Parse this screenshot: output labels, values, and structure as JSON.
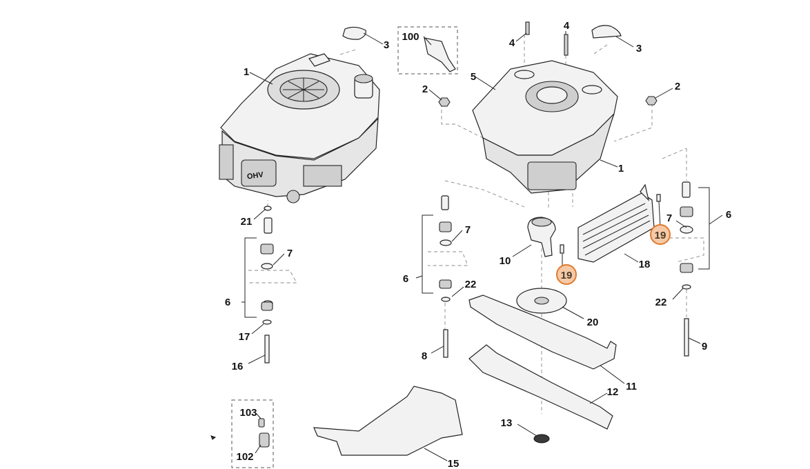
{
  "diagram": {
    "callouts": [
      {
        "id": "c1a",
        "text": "1"
      },
      {
        "id": "c1b",
        "text": "1"
      },
      {
        "id": "c2a",
        "text": "2"
      },
      {
        "id": "c2b",
        "text": "2"
      },
      {
        "id": "c3a",
        "text": "3"
      },
      {
        "id": "c3b",
        "text": "3"
      },
      {
        "id": "c4a",
        "text": "4"
      },
      {
        "id": "c4b",
        "text": "4"
      },
      {
        "id": "c5",
        "text": "5"
      },
      {
        "id": "c6a",
        "text": "6"
      },
      {
        "id": "c6b",
        "text": "6"
      },
      {
        "id": "c6c",
        "text": "6"
      },
      {
        "id": "c7a",
        "text": "7"
      },
      {
        "id": "c7b",
        "text": "7"
      },
      {
        "id": "c7c",
        "text": "7"
      },
      {
        "id": "c8",
        "text": "8"
      },
      {
        "id": "c9",
        "text": "9"
      },
      {
        "id": "c10",
        "text": "10"
      },
      {
        "id": "c11",
        "text": "11"
      },
      {
        "id": "c12",
        "text": "12"
      },
      {
        "id": "c13",
        "text": "13"
      },
      {
        "id": "c15",
        "text": "15"
      },
      {
        "id": "c16",
        "text": "16"
      },
      {
        "id": "c17",
        "text": "17"
      },
      {
        "id": "c18",
        "text": "18"
      },
      {
        "id": "c20",
        "text": "20"
      },
      {
        "id": "c21",
        "text": "21"
      },
      {
        "id": "c22a",
        "text": "22"
      },
      {
        "id": "c22b",
        "text": "22"
      },
      {
        "id": "c100",
        "text": "100"
      },
      {
        "id": "c102",
        "text": "102"
      },
      {
        "id": "c103",
        "text": "103"
      }
    ],
    "highlighted_callouts": [
      {
        "id": "h19a",
        "text": "19"
      },
      {
        "id": "h19b",
        "text": "19"
      }
    ],
    "engine_label": "OHV",
    "colors": {
      "highlight_fill": "#f6c9a6",
      "highlight_stroke": "#e07a2e",
      "line": "#222222",
      "leader_dash": "#888888"
    }
  }
}
